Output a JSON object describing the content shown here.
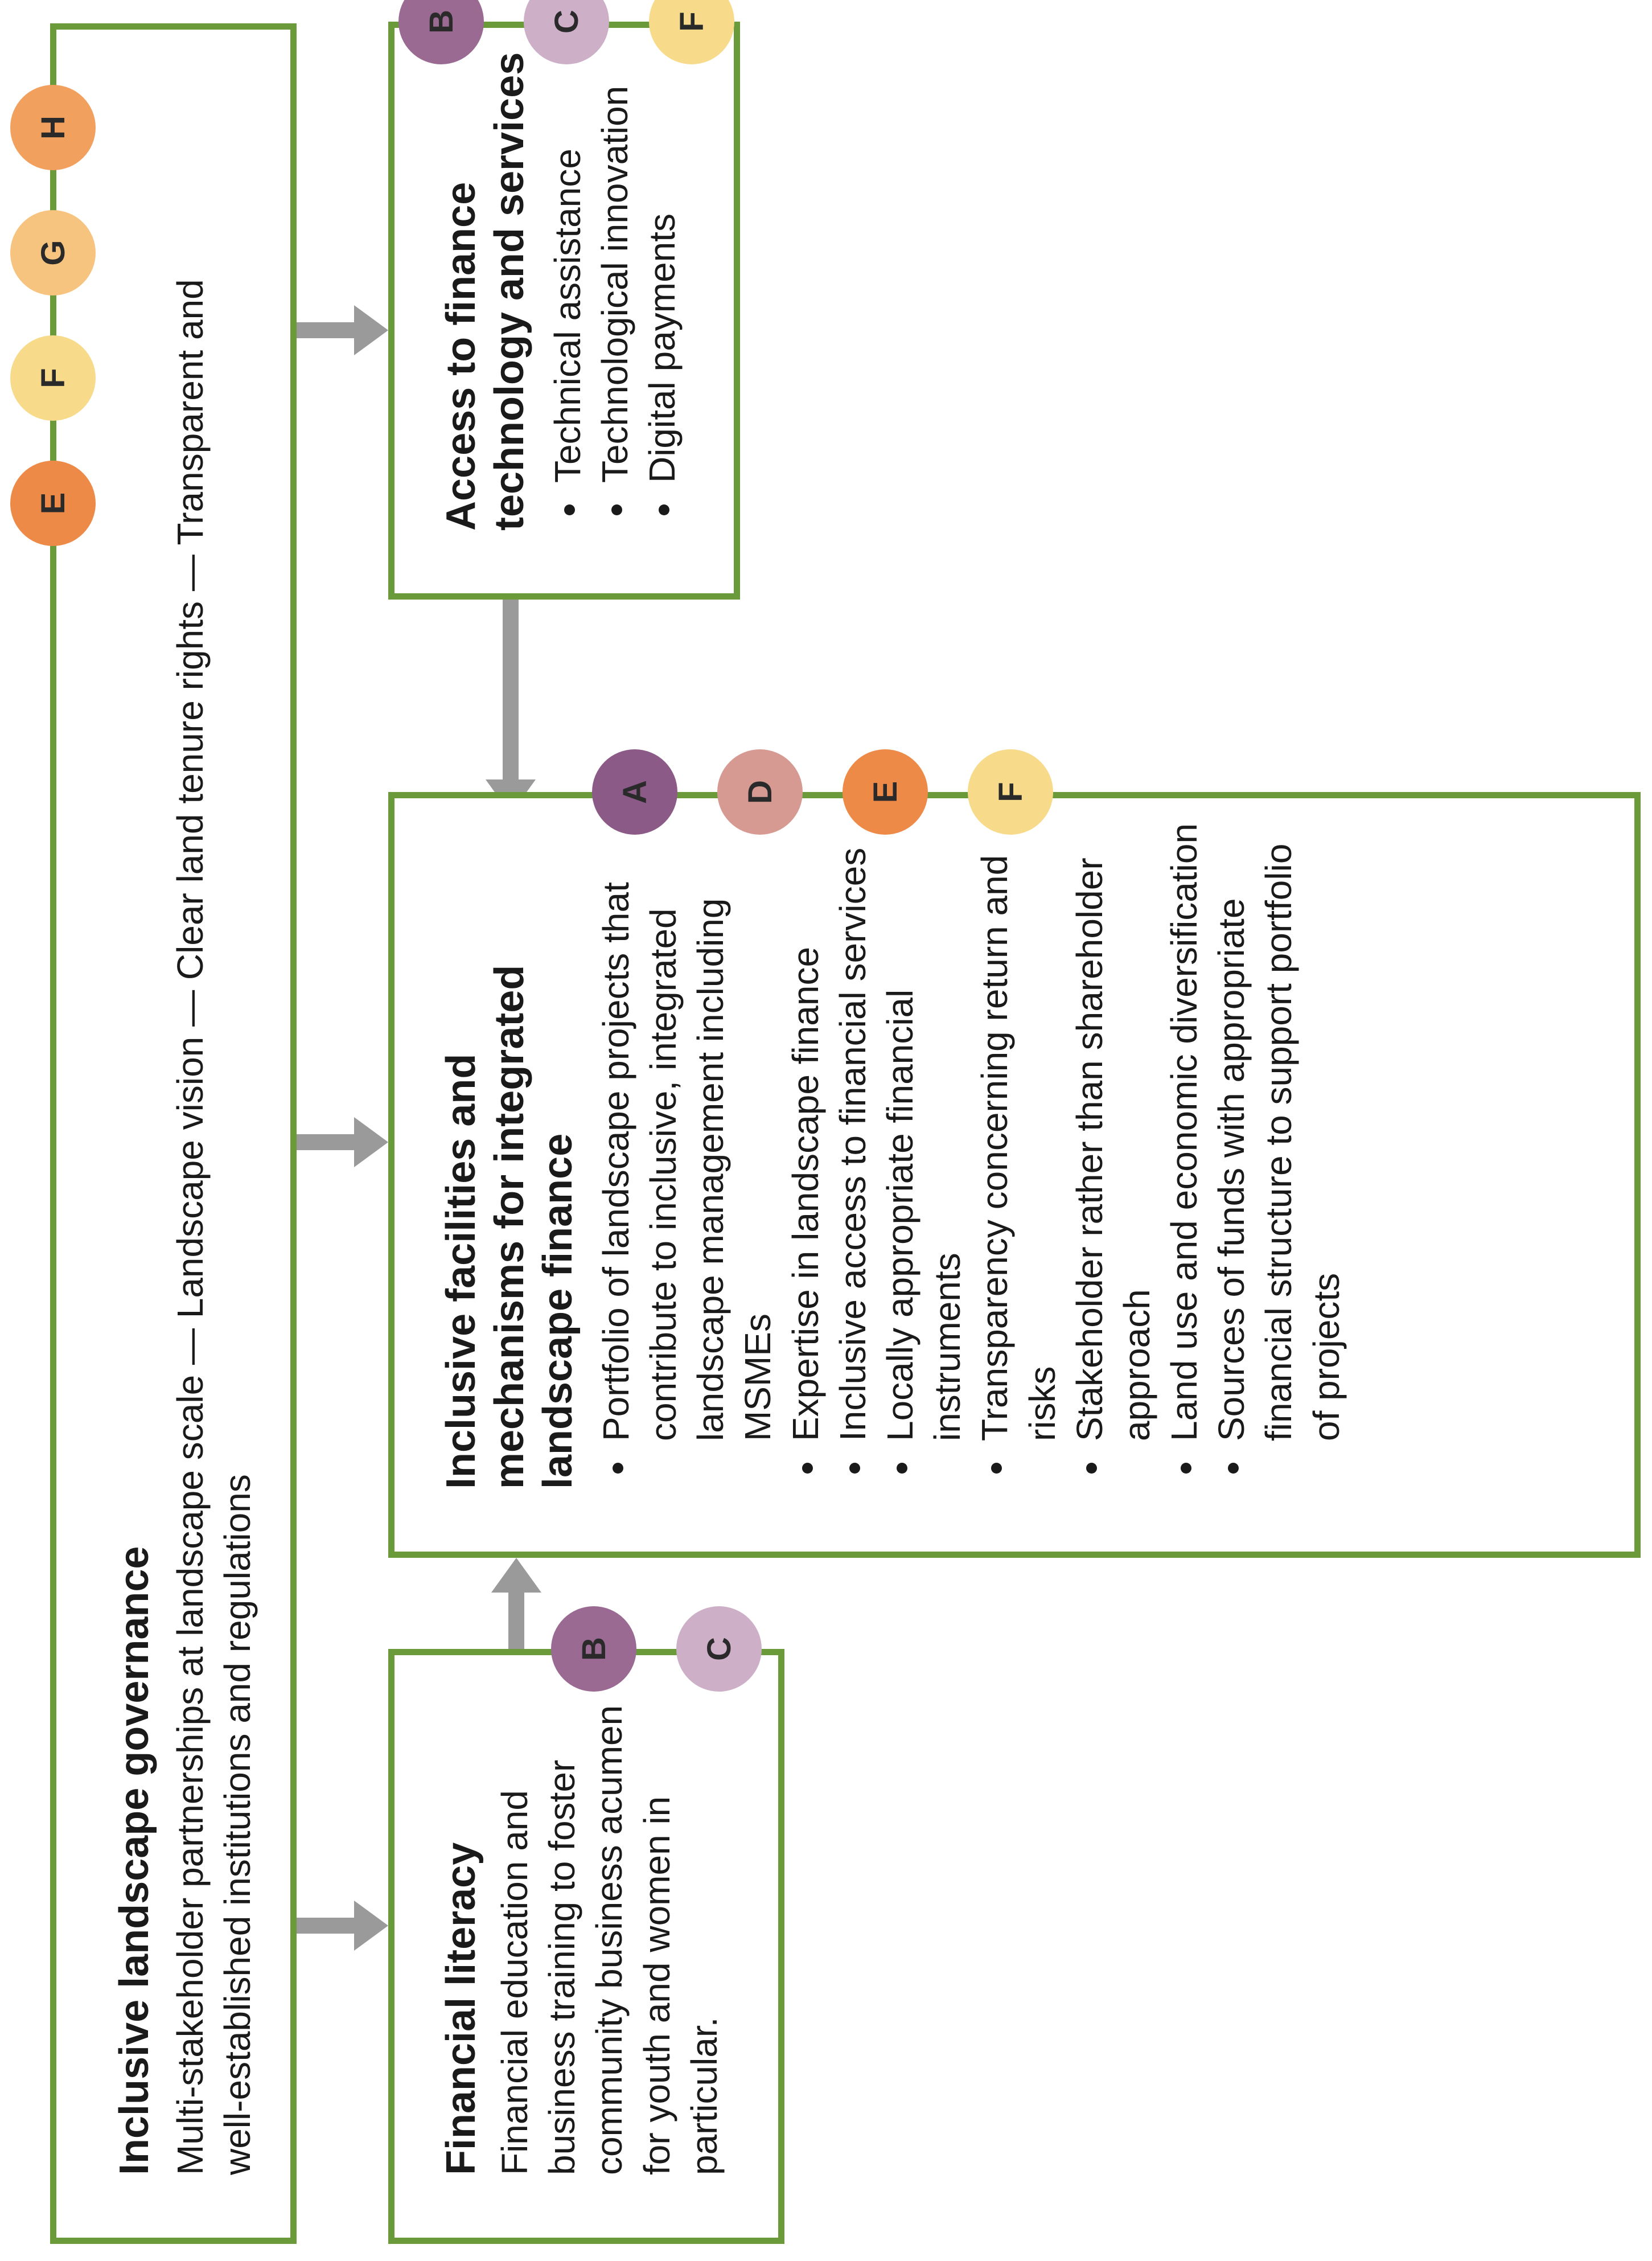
{
  "colors": {
    "border": "#6a9a3a",
    "arrow": "#9a9a9a",
    "A": "#8b5a86",
    "B": "#9a6a92",
    "C": "#cdb0c8",
    "D": "#d69a92",
    "E": "#ee8a48",
    "F": "#f7db8a",
    "G": "#f6c47f",
    "H": "#f2a05e"
  },
  "governance": {
    "title": "Inclusive landscape governance",
    "line1": "Multi-stakeholder partnerships at landscape scale — Landscape vision — Clear land tenure rights — Transparent and",
    "line2": "well-established institutions and regulations",
    "badges": [
      "E",
      "F",
      "G",
      "H"
    ]
  },
  "literacy": {
    "title": "Financial literacy",
    "text": "Financial education and business training to foster community business acumen for youth and women in particular.",
    "badges": [
      "B",
      "C"
    ]
  },
  "facilities": {
    "title": "Inclusive facilities and mechanisms for integrated landscape finance",
    "items": [
      "Portfolio of landscape projects that contribute to inclusive, integrated landscape management including MSMEs",
      "Expertise in landscape finance",
      "Inclusive access to financial services",
      "Locally appropriate financial instruments",
      "Transparency concerning return and risks",
      "Stakeholder rather than shareholder approach",
      "Land use and economic diversification",
      "Sources of funds with appropriate financial structure to support portfolio of projects"
    ],
    "badges": [
      "A",
      "D",
      "E",
      "F"
    ]
  },
  "access": {
    "title": "Access to finance technology and services",
    "items": [
      "Technical assistance",
      "Technological innovation",
      "Digital payments"
    ],
    "badges": [
      "B",
      "C",
      "F"
    ]
  }
}
